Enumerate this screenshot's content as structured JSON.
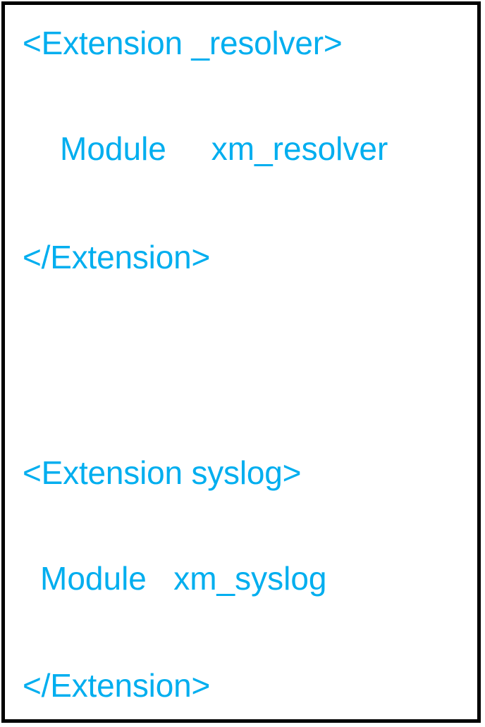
{
  "document": {
    "type": "configuration-snippet",
    "language": "nxlog-config",
    "background_color": "#ffffff",
    "text_color": "#00aeef",
    "border_color": "#000000"
  },
  "code": {
    "lines": [
      {
        "id": "ext-resolver-open",
        "text": "<Extension _resolver>"
      },
      {
        "id": "module-xm-resolver",
        "text": "Module     xm_resolver"
      },
      {
        "id": "ext-resolver-close",
        "text": "</Extension>"
      },
      {
        "id": "ext-syslog-open",
        "text": "<Extension syslog>"
      },
      {
        "id": "module-xm-syslog",
        "text": "Module   xm_syslog"
      },
      {
        "id": "ext-syslog-close",
        "text": "</Extension>"
      }
    ]
  }
}
